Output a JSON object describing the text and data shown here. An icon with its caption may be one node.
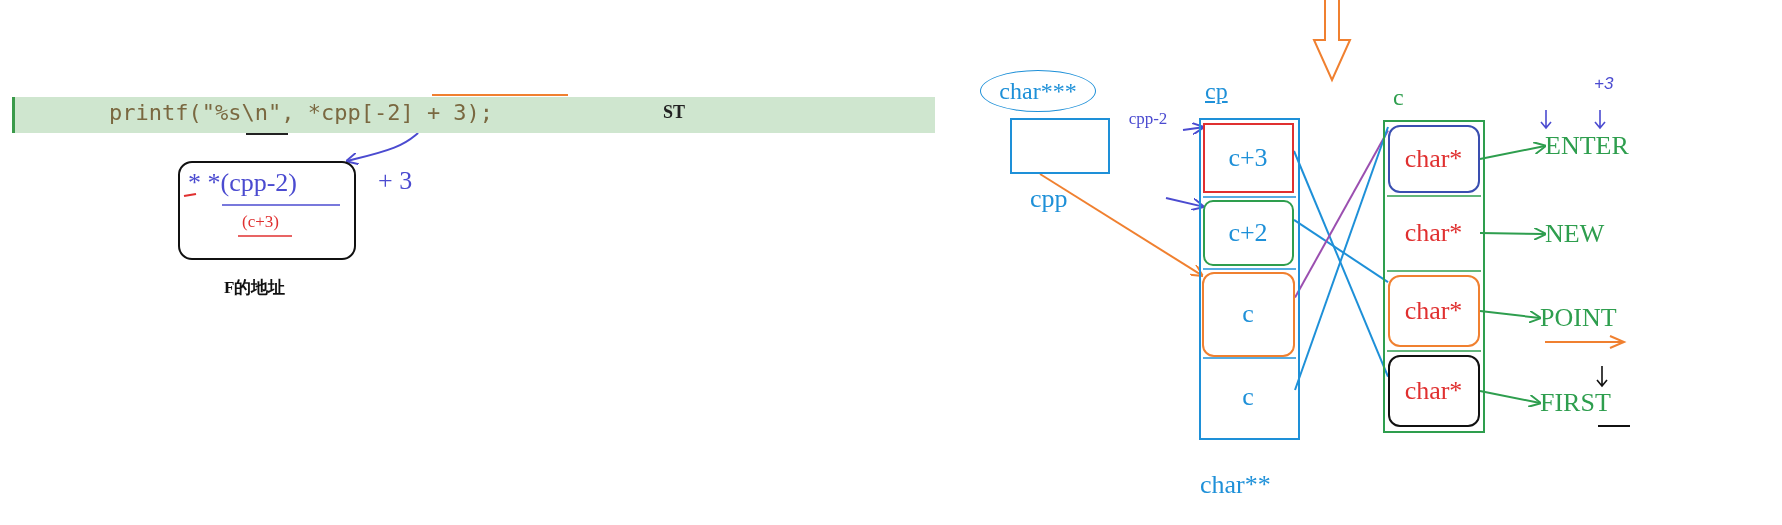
{
  "diagram": {
    "nodes": [
      {
        "text": [
          "printf(\"%s\\n\", *cpp[-2] + 3);",
          "ST"
        ]
      },
      {
        "text": [
          "* *(cpp-2)",
          "(c+3)"
        ],
        "beside": [
          "+ 3",
          "F的地址"
        ]
      },
      {
        "text": [
          "char***"
        ]
      },
      {
        "text": [],
        "shape": "box",
        "beside": [
          "cpp"
        ]
      },
      {
        "text": [
          "cpp-2"
        ]
      },
      {
        "text": [
          "cp"
        ],
        "beside": [
          "char**"
        ]
      },
      {
        "text": [
          "c+3"
        ],
        "in": 5
      },
      {
        "text": [
          "c+2"
        ],
        "in": 5
      },
      {
        "text": [
          "c"
        ],
        "in": 5
      },
      {
        "text": [
          "c"
        ],
        "in": 5
      },
      {
        "text": [
          "c"
        ]
      },
      {
        "text": [
          "char*"
        ],
        "in": 10
      },
      {
        "text": [
          "char*"
        ],
        "in": 10
      },
      {
        "text": [
          "char*"
        ],
        "in": 10
      },
      {
        "text": [
          "char*"
        ],
        "in": 10
      },
      {
        "text": [
          "ENTER"
        ]
      },
      {
        "text": [
          "NEW"
        ]
      },
      {
        "text": [
          "POINT"
        ]
      },
      {
        "text": [
          "FIRST"
        ]
      }
    ],
    "edges": [
      {
        "from": 0,
        "to": 1,
        "arrow": "to",
        "color": "#4b4bd0"
      },
      {
        "from": 3,
        "to": 8,
        "arrow": "to",
        "color": "#f08030"
      },
      {
        "from": 4,
        "to": 6,
        "arrow": "to",
        "color": "#4b4bd0"
      },
      {
        "from": null,
        "to": 7,
        "arrow": "to",
        "color": "#4b4bd0"
      },
      {
        "from": 6,
        "to": 14,
        "arrow": "none",
        "color": "#1e90d8"
      },
      {
        "from": 7,
        "to": 13,
        "arrow": "none",
        "color": "#1e90d8"
      },
      {
        "from": 8,
        "to": 11,
        "arrow": "none",
        "color": "#9b4fb0"
      },
      {
        "from": 9,
        "to": 11,
        "arrow": "none",
        "color": "#1e90d8"
      },
      {
        "from": 11,
        "to": 15,
        "arrow": "to"
      },
      {
        "from": 12,
        "to": 16,
        "arrow": "to"
      },
      {
        "from": 13,
        "to": 17,
        "arrow": "to"
      },
      {
        "from": 14,
        "to": 18,
        "arrow": "to"
      }
    ],
    "labels": [
      "+3"
    ]
  }
}
